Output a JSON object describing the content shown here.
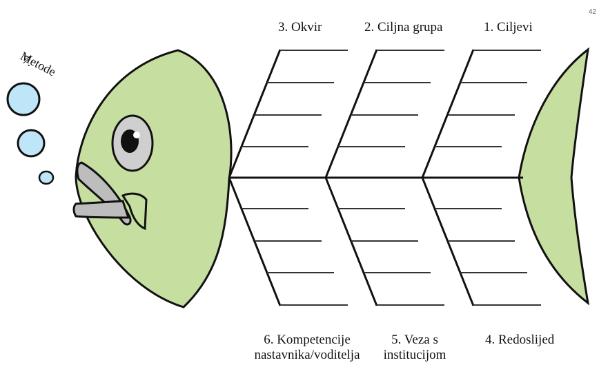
{
  "page_number": "42",
  "categories": {
    "top": [
      {
        "label": "3. Okvir"
      },
      {
        "label": "2. Ciljna grupa"
      },
      {
        "label": "1. Ciljevi"
      }
    ],
    "bottom": [
      {
        "lines": [
          "6. Kompetencije",
          "nastavnika/voditelja"
        ]
      },
      {
        "lines": [
          "5. Veza s",
          "institucijom"
        ]
      },
      {
        "lines": [
          "4. Redoslijed"
        ]
      }
    ]
  },
  "methods": {
    "number": "7.",
    "label": "Metode"
  },
  "colors": {
    "fish_body": "#c6dfa0",
    "outline": "#111111",
    "eye": "#cfcfcf",
    "mouth": "#bdbdbd",
    "bubble": "#bfe6f8"
  }
}
